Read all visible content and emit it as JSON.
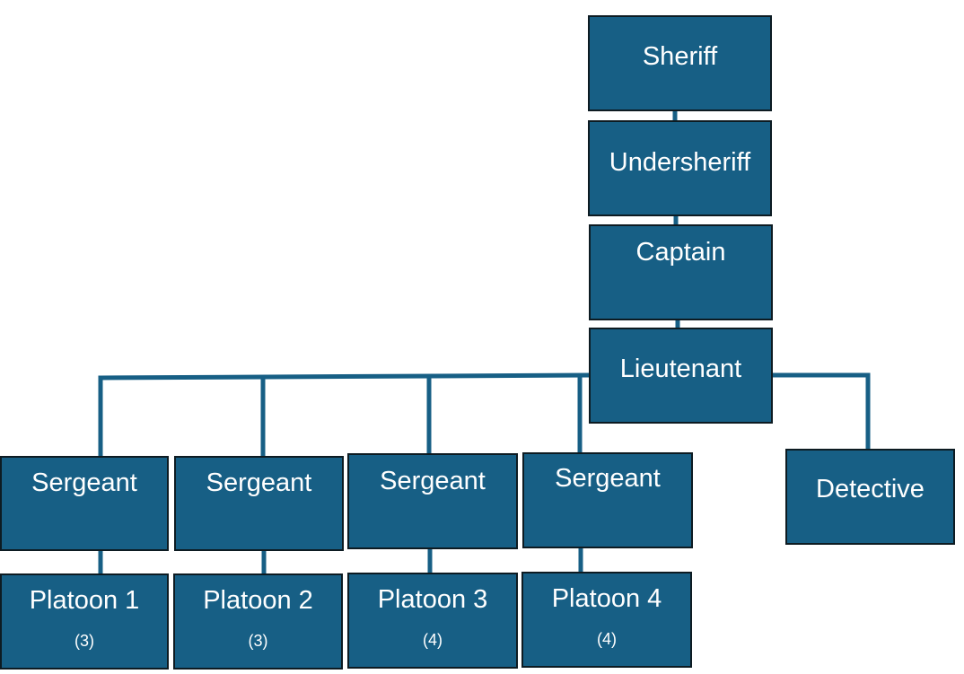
{
  "org_chart": {
    "colors": {
      "box_fill": "#175f85",
      "box_border": "#0d1b22",
      "text": "#ffffff",
      "connector": "#175f85"
    },
    "nodes": {
      "sheriff": {
        "title": "Sheriff"
      },
      "undersheriff": {
        "title": "Undersheriff"
      },
      "captain": {
        "title": "Captain"
      },
      "lieutenant": {
        "title": "Lieutenant"
      },
      "sergeant_1": {
        "title": "Sergeant"
      },
      "sergeant_2": {
        "title": "Sergeant"
      },
      "sergeant_3": {
        "title": "Sergeant"
      },
      "sergeant_4": {
        "title": "Sergeant"
      },
      "detective": {
        "title": "Detective"
      },
      "platoon_1": {
        "title": "Platoon 1",
        "count": "(3)"
      },
      "platoon_2": {
        "title": "Platoon 2",
        "count": "(3)"
      },
      "platoon_3": {
        "title": "Platoon 3",
        "count": "(4)"
      },
      "platoon_4": {
        "title": "Platoon 4",
        "count": "(4)"
      }
    }
  }
}
